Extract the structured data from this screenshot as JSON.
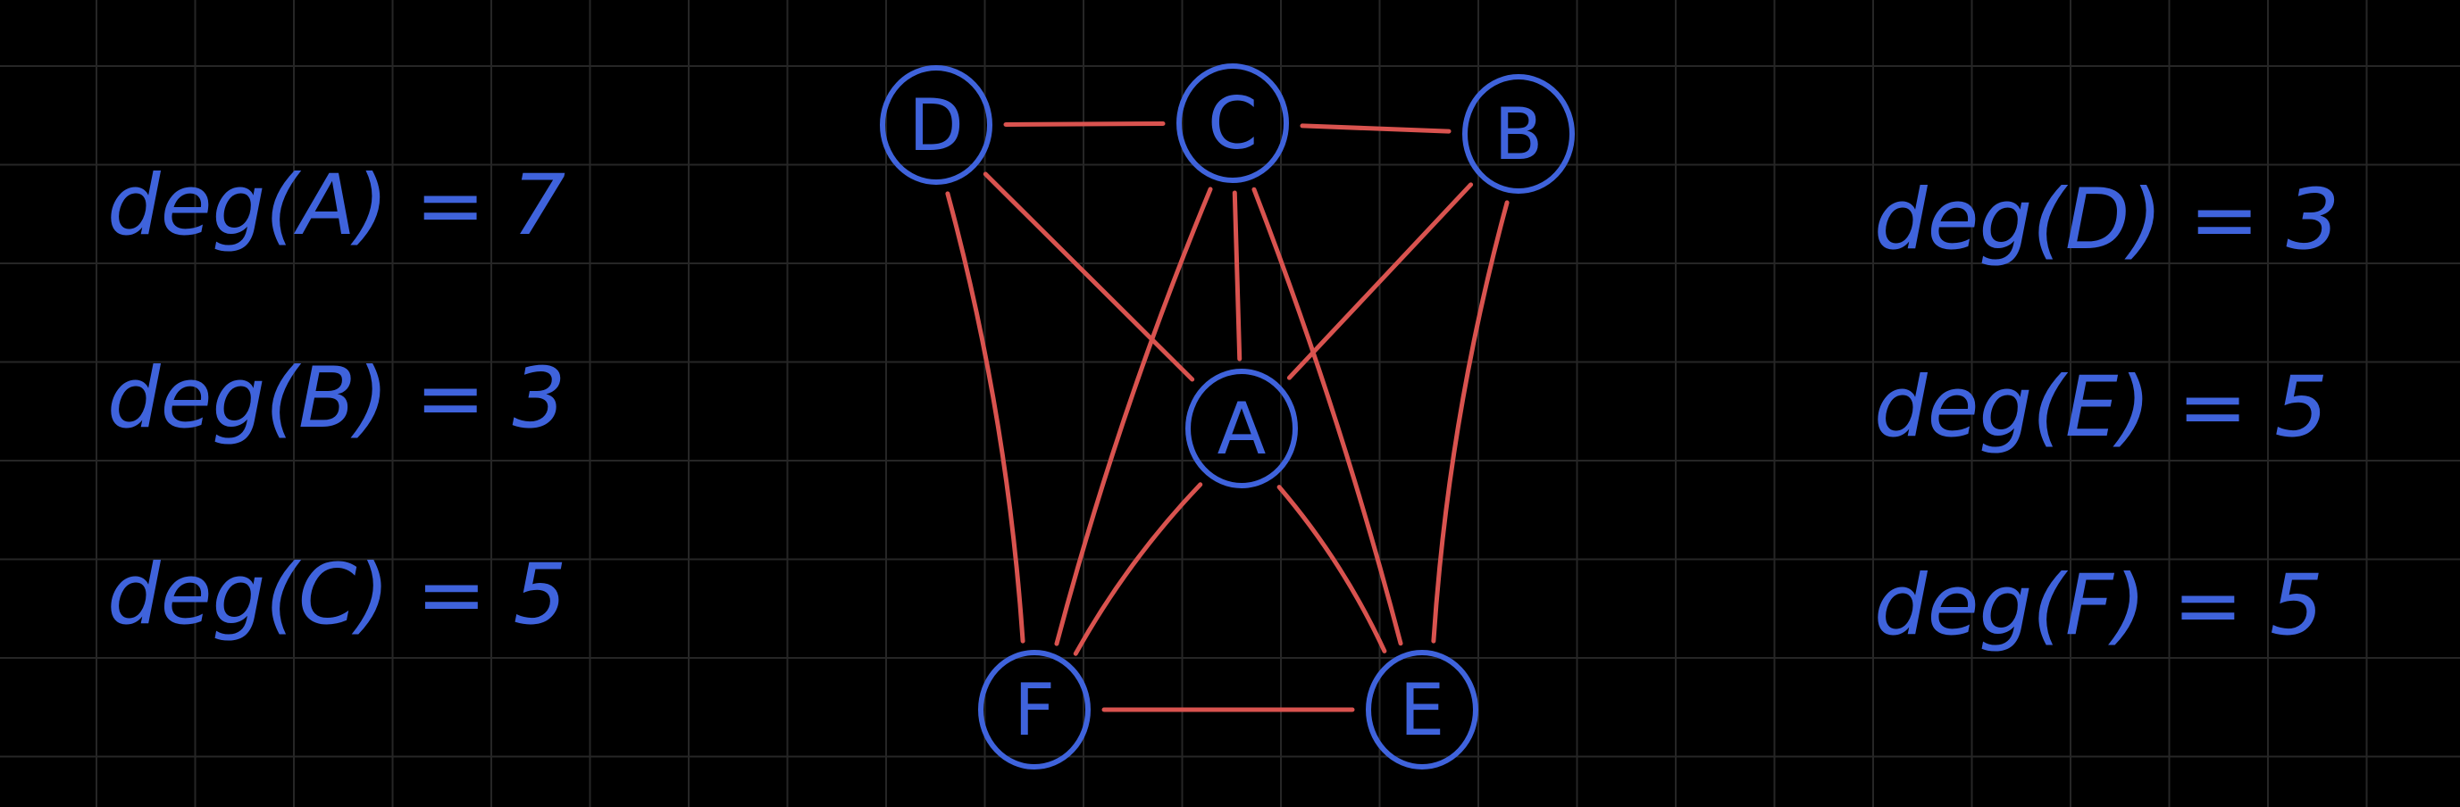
{
  "colors": {
    "background": "#000000",
    "grid": "#262626",
    "node": "#3f63dc",
    "edge": "#d9534f",
    "text": "#3f63dc"
  },
  "graph": {
    "nodes": [
      {
        "id": "A",
        "label": "A"
      },
      {
        "id": "B",
        "label": "B"
      },
      {
        "id": "C",
        "label": "C"
      },
      {
        "id": "D",
        "label": "D"
      },
      {
        "id": "E",
        "label": "E"
      },
      {
        "id": "F",
        "label": "F"
      }
    ],
    "edges": [
      [
        "D",
        "C"
      ],
      [
        "C",
        "B"
      ],
      [
        "D",
        "F"
      ],
      [
        "D",
        "A"
      ],
      [
        "C",
        "A"
      ],
      [
        "C",
        "F"
      ],
      [
        "C",
        "E"
      ],
      [
        "B",
        "A"
      ],
      [
        "B",
        "E"
      ],
      [
        "A",
        "F"
      ],
      [
        "A",
        "E"
      ],
      [
        "F",
        "E"
      ]
    ]
  },
  "degrees_left": [
    {
      "text": "deg(A) = 7"
    },
    {
      "text": "deg(B) = 3"
    },
    {
      "text": "deg(C) = 5"
    }
  ],
  "degrees_right": [
    {
      "text": "deg(D) = 3"
    },
    {
      "text": "deg(E) = 5"
    },
    {
      "text": "deg(F) = 5"
    }
  ]
}
